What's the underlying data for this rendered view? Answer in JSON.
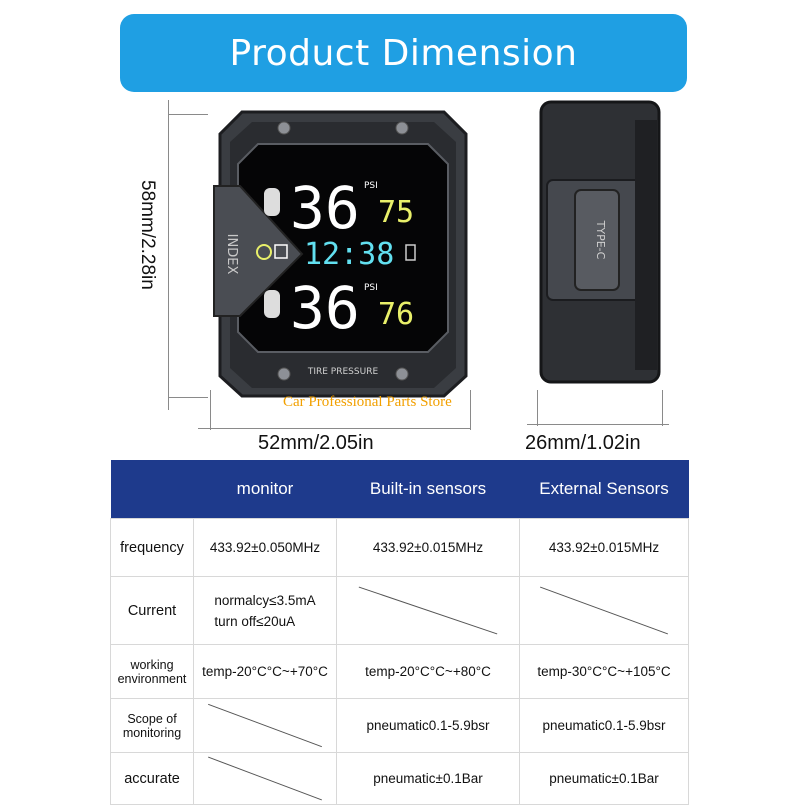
{
  "banner": {
    "title": "Product Dimension"
  },
  "dimensions": {
    "height_label": "58mm/2.28in",
    "width_label": "52mm/2.05in",
    "depth_label": "26mm/1.02in"
  },
  "watermark": "Car Professional Parts Store",
  "device": {
    "brand": "INDEX",
    "front_psi": "36",
    "front_temp": "75",
    "rear_psi": "36",
    "rear_temp": "76",
    "psi_unit": "PSI",
    "clock": "12:38",
    "footer_label": "TIRE PRESSURE",
    "port_label": "TYPE-C"
  },
  "table": {
    "headers": [
      "",
      "monitor",
      "Built-in sensors",
      "External Sensors"
    ],
    "rows": [
      {
        "label": "frequency",
        "cells": [
          "433.92±0.050MHz",
          "433.92±0.015MHz",
          "433.92±0.015MHz"
        ]
      },
      {
        "label": "Current",
        "cells": [
          [
            "normalcy≤3.5mA",
            "turn off≤20uA"
          ],
          "",
          ""
        ]
      },
      {
        "label": [
          "working",
          "environment"
        ],
        "cells": [
          "temp-20°C°C~+70°C",
          "temp-20°C°C~+80°C",
          "temp-30°C°C~+105°C"
        ]
      },
      {
        "label": [
          "Scope of",
          "monitoring"
        ],
        "cells": [
          "",
          "pneumatic0.1-5.9bsr",
          "pneumatic0.1-5.9bsr"
        ]
      },
      {
        "label": "accurate",
        "cells": [
          "",
          "pneumatic±0.1Bar",
          "pneumatic±0.1Bar"
        ]
      }
    ]
  },
  "colors": {
    "banner": "#1f9fe3",
    "table_header": "#1e3a8c",
    "display_green": "#e9f06a",
    "display_cyan": "#62e0f0"
  }
}
